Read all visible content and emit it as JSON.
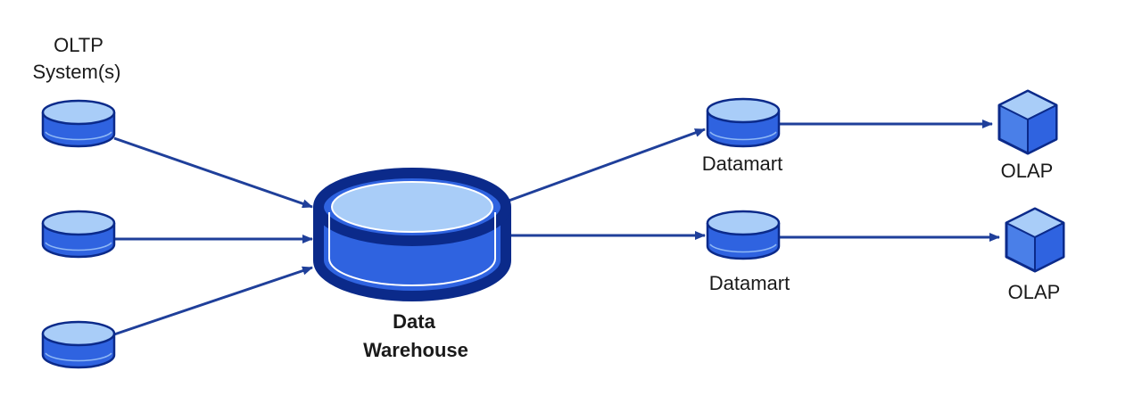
{
  "labels": {
    "oltp_line1": "OLTP",
    "oltp_line2": "System(s)",
    "dw_line1": "Data",
    "dw_line2": "Warehouse",
    "datamart_1": "Datamart",
    "datamart_2": "Datamart",
    "olap_1": "OLAP",
    "olap_2": "OLAP"
  },
  "colors": {
    "arrow": "#1f3f9a",
    "db_body": "#2f63e0",
    "db_top": "#a9cdf8",
    "db_outline": "#0b2a8a",
    "cube_front": "#4a7fe8",
    "cube_top": "#a9cdf8"
  },
  "icons": {
    "source_db": "database-cylinder-icon",
    "warehouse": "database-cylinder-icon",
    "datamart": "database-cylinder-icon",
    "olap": "cube-icon"
  }
}
